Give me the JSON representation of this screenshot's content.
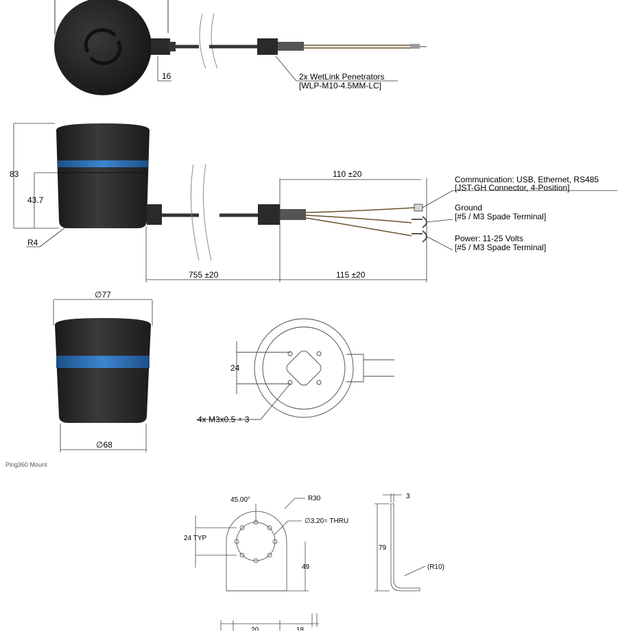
{
  "top_view": {
    "dim_16": "16",
    "penetrator_label_1": "2x WetLink Penetrators",
    "penetrator_label_2": "[WLP-M10-4.5MM-LC]"
  },
  "side_view": {
    "height_83": "83",
    "height_43_7": "43.7",
    "radius": "R4",
    "cable_length": "755 ±20",
    "lead_110": "110 ±20",
    "lead_115": "115 ±20",
    "comm_label_1": "Communication: USB, Ethernet, RS485",
    "comm_label_2": "[JST-GH Connector, 4-Position]",
    "ground_label_1": "Ground",
    "ground_label_2": "[#5 / M3 Spade Terminal]",
    "power_label_1": "Power: 11-25 Volts",
    "power_label_2": "[#5 / M3 Spade Terminal]"
  },
  "front_view": {
    "dia_top": "∅77",
    "dia_bottom": "∅68"
  },
  "bottom_view": {
    "dim_24": "24",
    "thread_label": "4x M3x0.5 ⩡ 3"
  },
  "caption": "Ping360 Mount",
  "mount": {
    "angle": "45.00°",
    "radius": "R30",
    "hole": "∅3.20⩡ THRU",
    "typ": "24 TYP",
    "dim_49": "49",
    "dim_3": "3",
    "dim_79": "79",
    "bend_radius": "(R10)",
    "dim_20": "20",
    "dim_18": "18"
  },
  "colors": {
    "housing": "#2a2a2a",
    "band": "#2f6fb5",
    "line": "#333333"
  }
}
